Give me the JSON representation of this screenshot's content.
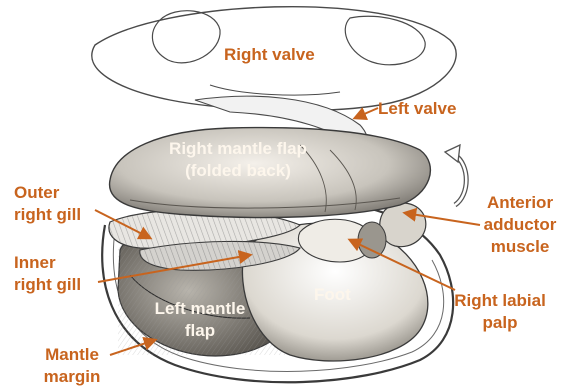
{
  "colors": {
    "label": "#c8641e",
    "label_on_drawing": "#fdf6ec",
    "ink": "#3a3a3a",
    "shading": "#8a8a8a",
    "background": "#ffffff"
  },
  "labels": {
    "right_valve": "Right valve",
    "left_valve": "Left valve",
    "right_mantle_flap_line1": "Right mantle flap",
    "right_mantle_flap_line2": "(folded back)",
    "outer_right_gill_line1": "Outer",
    "outer_right_gill_line2": "right gill",
    "inner_right_gill_line1": "Inner",
    "inner_right_gill_line2": "right gill",
    "anterior_adductor_line1": "Anterior",
    "anterior_adductor_line2": "adductor",
    "anterior_adductor_line3": "muscle",
    "foot": "Foot",
    "left_mantle_flap_line1": "Left mantle",
    "left_mantle_flap_line2": "flap",
    "right_labial_palp_line1": "Right labial",
    "right_labial_palp_line2": "palp",
    "mantle_margin_line1": "Mantle",
    "mantle_margin_line2": "margin"
  },
  "icons": [
    "rotation-arrow-icon"
  ]
}
